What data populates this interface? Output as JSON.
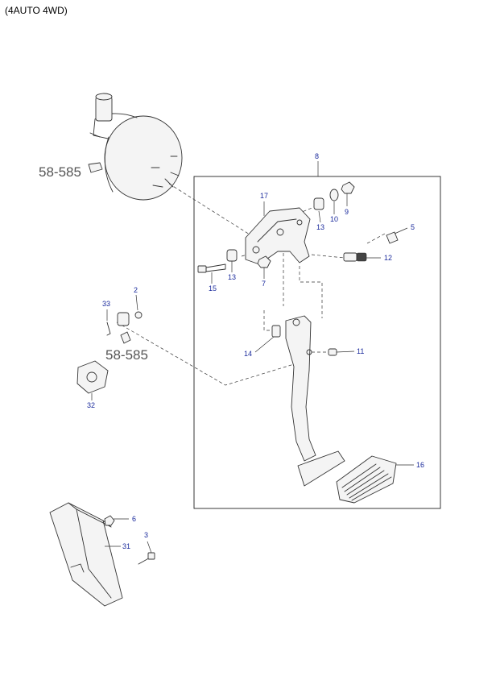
{
  "header": {
    "title": "(4AUTO 4WD)"
  },
  "references": {
    "ref_upper": "58-585",
    "ref_lower": "58-585"
  },
  "callouts": {
    "c2": "2",
    "c3": "3",
    "c5": "5",
    "c6": "6",
    "c7": "7",
    "c8": "8",
    "c9": "9",
    "c10": "10",
    "c11": "11",
    "c12": "12",
    "c13a": "13",
    "c13b": "13",
    "c14": "14",
    "c15": "15",
    "c16": "16",
    "c17": "17",
    "c31": "31",
    "c32": "32",
    "c33": "33"
  },
  "colors": {
    "callout": "#1a2a9c",
    "line": "#333333",
    "reference": "#555555"
  }
}
